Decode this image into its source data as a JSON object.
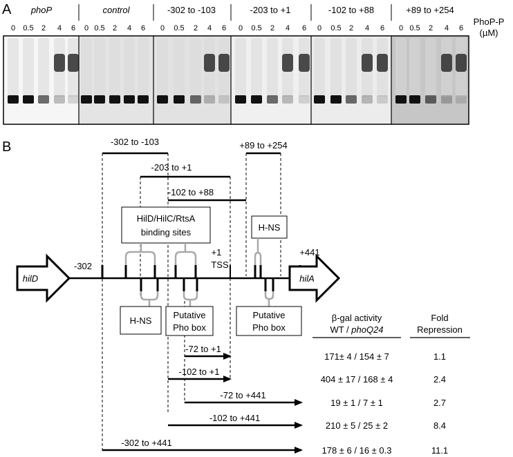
{
  "panel_a": {
    "letter": "A",
    "lanes": [
      {
        "label": "phoP",
        "italic": true,
        "concentrations": [
          "0",
          "0.5",
          "2",
          "4",
          "6"
        ]
      },
      {
        "label": "control",
        "italic": true,
        "concentrations": [
          "0",
          "0.5",
          "2",
          "4",
          "6"
        ]
      },
      {
        "label": "-302 to -103",
        "italic": false,
        "concentrations": [
          "0",
          "0.5",
          "2",
          "4",
          "6"
        ]
      },
      {
        "label": "-203 to +1",
        "italic": false,
        "concentrations": [
          "0",
          "0.5",
          "2",
          "4",
          "6"
        ]
      },
      {
        "label": "-102 to +88",
        "italic": false,
        "concentrations": [
          "0",
          "0.5",
          "2",
          "4",
          "6"
        ]
      },
      {
        "label": "+89 to +254",
        "italic": false,
        "concentrations": [
          "0",
          "0.5",
          "2",
          "4",
          "6"
        ]
      }
    ],
    "conc_label_line1": "PhoP-P",
    "conc_label_line2": "(µM)"
  },
  "panel_b": {
    "letter": "B",
    "probes": {
      "p1": "-302 to -103",
      "p2": "-203 to +1",
      "p3": "-102 to +88",
      "p4": "+89 to +254"
    },
    "boxes": {
      "hild_sites_line1": "HilD/HilC/RtsA",
      "hild_sites_line2": "binding sites",
      "hns_top": "H-NS",
      "hns_bottom": "H-NS",
      "pho1_line1": "Putative",
      "pho1_line2": "Pho box",
      "pho2_line1": "Putative",
      "pho2_line2": "Pho box"
    },
    "genes": {
      "left": "hilD",
      "right": "hilA"
    },
    "positions": {
      "left_end": "-302",
      "right_end": "+441",
      "tss_num": "+1",
      "tss_label": "TSS"
    },
    "table": {
      "col1_line1": "β-gal activity",
      "col1_line2_prefix": "WT / ",
      "col1_line2_italic": "phoQ24",
      "col2_line1": "Fold",
      "col2_line2": "Repression",
      "rows": [
        {
          "fragment": "-72 to +1",
          "activity": "171± 4 / 154 ± 7",
          "fold": "1.1"
        },
        {
          "fragment": "-102 to +1",
          "activity": "404 ± 17 / 168 ± 4",
          "fold": "2.4"
        },
        {
          "fragment": "-72 to +441",
          "activity": "19 ± 1 / 7 ± 1",
          "fold": "2.7"
        },
        {
          "fragment": "-102 to +441",
          "activity": "210 ± 5 / 25 ± 2",
          "fold": "8.4"
        },
        {
          "fragment": "-302 to +441",
          "activity": "178 ± 6 / 16 ± 0.3",
          "fold": "11.1"
        }
      ]
    }
  }
}
